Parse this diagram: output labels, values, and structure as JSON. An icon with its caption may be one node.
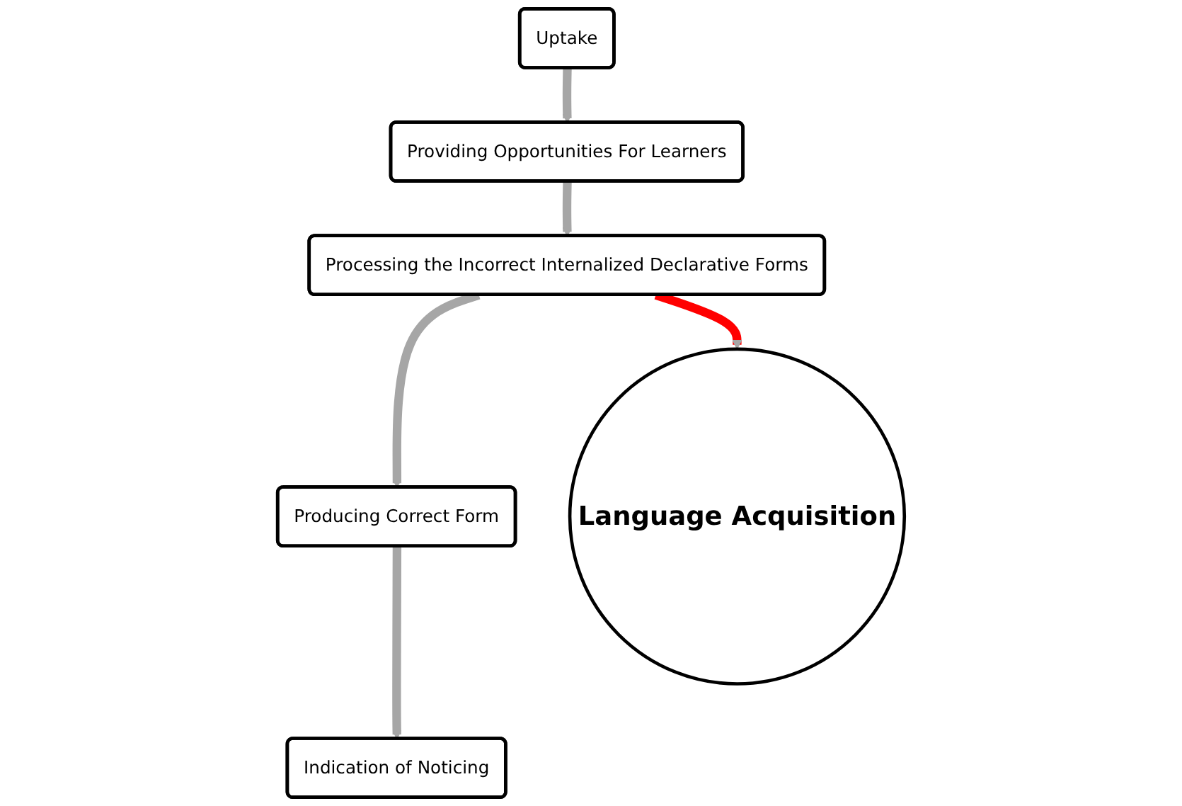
{
  "diagram": {
    "nodes": [
      {
        "text": [
          "Uptake"
        ]
      },
      {
        "text": [
          "Providing Opportunities For Learners"
        ]
      },
      {
        "text": [
          "Processing the Incorrect Internalized Declarative Forms"
        ]
      },
      {
        "text": [
          "Producing Correct Form"
        ]
      },
      {
        "text": [
          "Indication of Noticing"
        ]
      },
      {
        "text": [
          "Language Acquisition"
        ]
      }
    ],
    "edges": [
      {
        "from": 0,
        "to": 1,
        "arrow": "to"
      },
      {
        "from": 1,
        "to": 2,
        "arrow": "to"
      },
      {
        "from": 2,
        "to": 3,
        "arrow": "to"
      },
      {
        "from": 3,
        "to": 4,
        "arrow": "to"
      },
      {
        "from": 2,
        "to": 5,
        "arrow": "to",
        "color": "#ff0000"
      }
    ]
  }
}
